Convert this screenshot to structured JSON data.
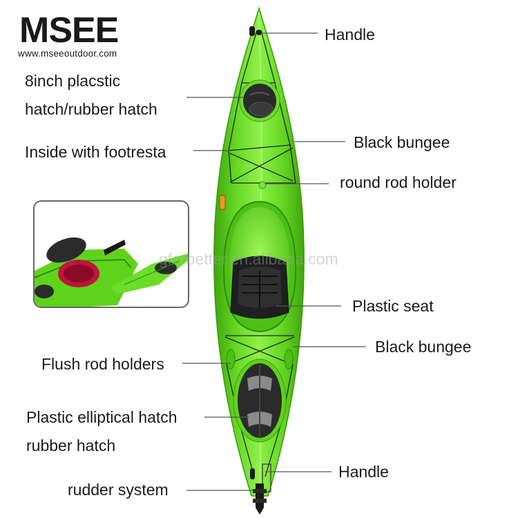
{
  "brand": {
    "logo_text": "MSEE",
    "website": "www.mseeoutdoor.com"
  },
  "watermark": "gforbetter.en.alibaba.com",
  "labels": {
    "handle_top": "Handle",
    "hatch_8inch_line1": "8inch placstic",
    "hatch_8inch_line2": "hatch/rubber hatch",
    "footrest": "Inside with footresta",
    "bungee_front": "Black bungee",
    "round_rod_holder": "round rod holder",
    "plastic_seat": "Plastic seat",
    "bungee_rear": "Black bungee",
    "flush_rod_holders": "Flush rod holders",
    "elliptical_hatch_line1": "Plastic elliptical hatch",
    "elliptical_hatch_line2": "rubber hatch",
    "handle_bottom": "Handle",
    "rudder_system": "rudder system"
  },
  "colors": {
    "kayak_green": "#5fd31c",
    "kayak_light": "#8ff04a",
    "kayak_dark": "#3fa60c",
    "hatch_black": "#2b2b2b",
    "line_gray": "#555555"
  }
}
